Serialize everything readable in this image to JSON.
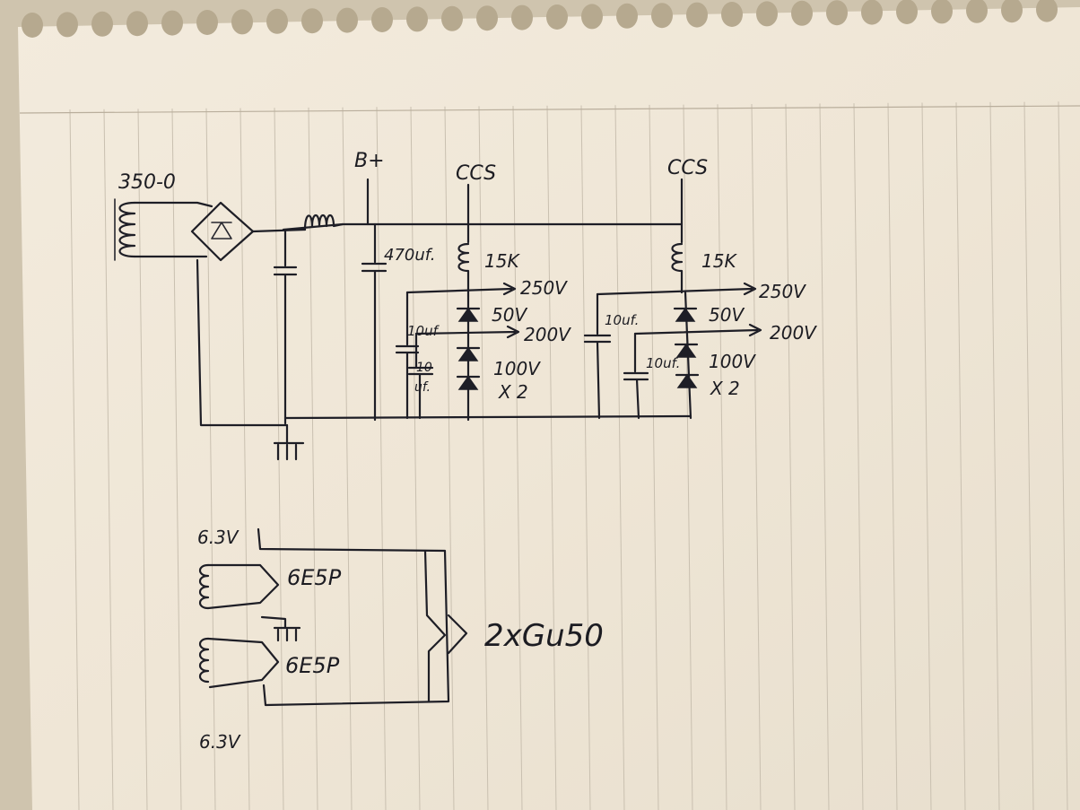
{
  "diagram": {
    "power_supply": {
      "transformer_label": "350-0",
      "bplus_label": "B+",
      "ccs_left_label": "CCS",
      "ccs_right_label": "CCS",
      "reservoir_cap_label": "470uf.",
      "left": {
        "resistor_label": "15K",
        "tap_high_label": "250V",
        "tap_low_label": "200V",
        "zener_top_label": "50V",
        "zener_bottom_label": "100V",
        "zener_count_label": "X 2",
        "cap_top_label": "10uf",
        "cap_bottom_label_1": "10",
        "cap_bottom_label_2": "uf."
      },
      "right": {
        "resistor_label": "15K",
        "tap_high_label": "250V",
        "tap_low_label": "200V",
        "zener_top_label": "50V",
        "zener_bottom_label": "100V",
        "zener_count_label": "X 2",
        "cap_top_label": "10uf.",
        "cap_bottom_label": "10uf."
      }
    },
    "heater": {
      "voltage_top_label": "6.3V",
      "voltage_bottom_label": "6.3V",
      "rectifier_top_label": "6E5P",
      "rectifier_bottom_label": "6E5P",
      "load_label": "2xGu50"
    }
  }
}
